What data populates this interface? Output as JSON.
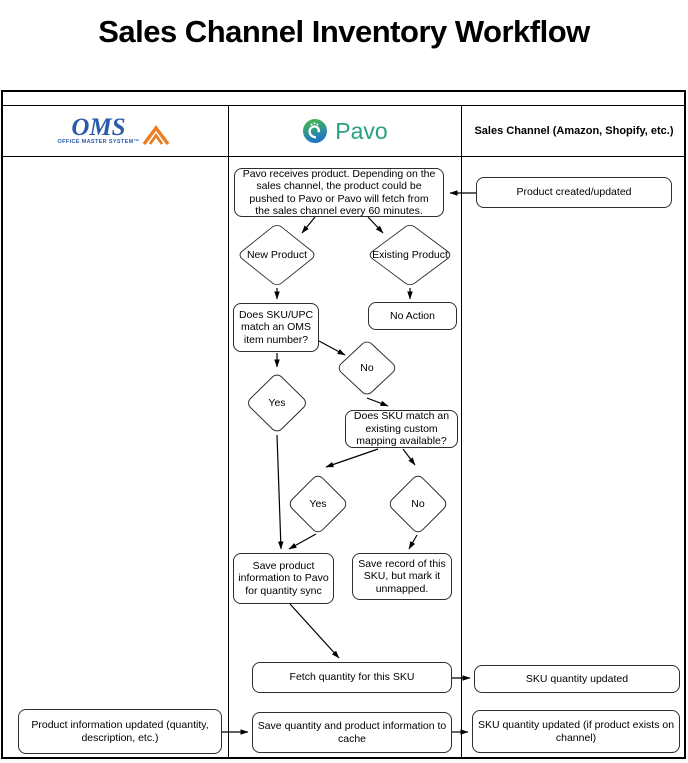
{
  "title": "Sales Channel Inventory Workflow",
  "lanes": {
    "oms": {
      "name": "OMS",
      "subtitle": "OFFICE MASTER SYSTEM™"
    },
    "pavo": {
      "name": "Pavo"
    },
    "sales": {
      "label": "Sales Channel (Amazon, Shopify, etc.)"
    }
  },
  "nodes": {
    "pavo_receives": "Pavo receives product. Depending on the sales channel, the product could be pushed to Pavo or Pavo will fetch from the sales channel every 60 minutes.",
    "product_created": "Product created/updated",
    "new_product": "New Product",
    "existing_product": "Existing Product",
    "sku_upc_match": "Does SKU/UPC match an OMS item number?",
    "no_action": "No Action",
    "no_1": "No",
    "yes_1": "Yes",
    "custom_mapping": "Does SKU match an existing custom mapping available?",
    "yes_2": "Yes",
    "no_2": "No",
    "save_product": "Save product information to Pavo for quantity sync",
    "save_record": "Save record of this SKU, but mark it unmapped.",
    "fetch_quantity": "Fetch quantity for this SKU",
    "sku_updated": "SKU quantity updated",
    "product_info_updated": "Product information updated (quantity, description, etc.)",
    "save_cache": "Save quantity and product information to cache",
    "sku_updated_channel": "SKU quantity updated (if product exists on channel)"
  },
  "colors": {
    "background": "#ffffff",
    "shape_border": "#2d2d2d",
    "line": "#000000",
    "oms_blue": "#2b5caa",
    "oms_orange": "#ed7d23",
    "pavo_text_green": "#2aa181",
    "pavo_icon_green": "#45b94e",
    "pavo_icon_blue": "#1d6fd2"
  }
}
